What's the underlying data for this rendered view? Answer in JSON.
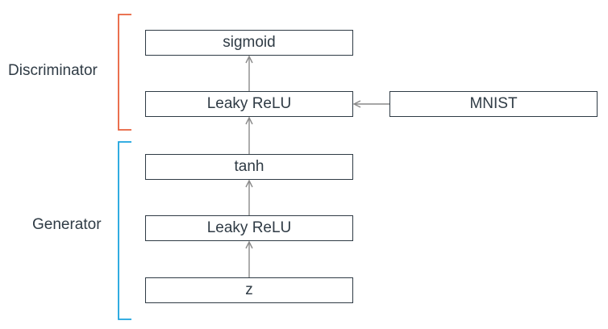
{
  "groups": {
    "discriminator": {
      "label": "Discriminator",
      "color": "#e8603c"
    },
    "generator": {
      "label": "Generator",
      "color": "#1aa3de"
    }
  },
  "nodes": {
    "sigmoid": "sigmoid",
    "leaky_relu_discriminator": "Leaky ReLU",
    "mnist": "MNIST",
    "tanh": "tanh",
    "leaky_relu_generator": "Leaky ReLU",
    "z": "z"
  },
  "edges": [
    {
      "from": "z",
      "to": "leaky_relu_generator"
    },
    {
      "from": "leaky_relu_generator",
      "to": "tanh"
    },
    {
      "from": "tanh",
      "to": "leaky_relu_discriminator"
    },
    {
      "from": "leaky_relu_discriminator",
      "to": "sigmoid"
    },
    {
      "from": "mnist",
      "to": "leaky_relu_discriminator"
    }
  ],
  "colors": {
    "arrow": "#8a8a8a",
    "box_border": "#2f3b45",
    "text": "#2f3b45"
  }
}
